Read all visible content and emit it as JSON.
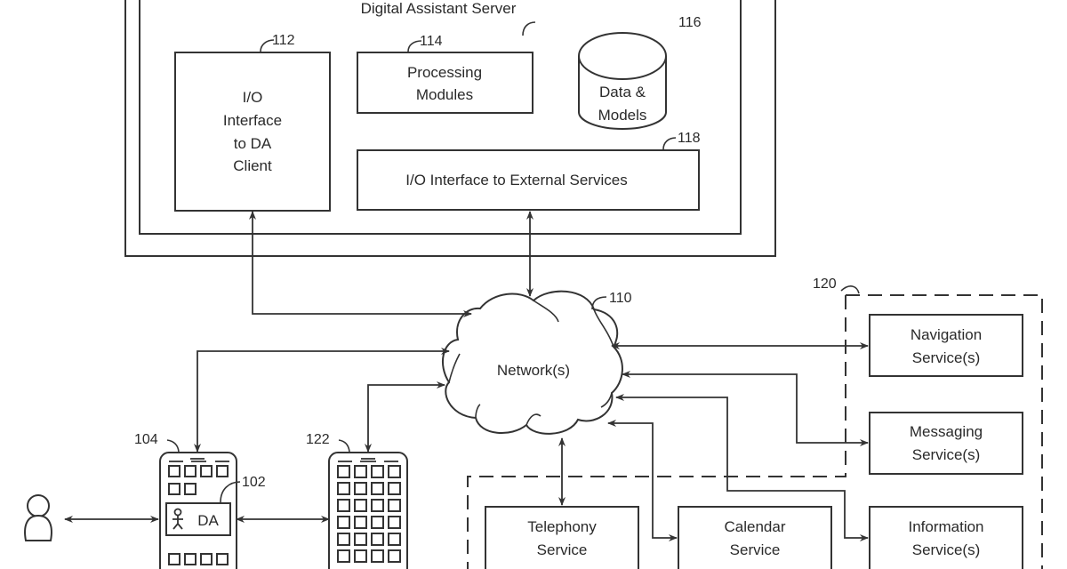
{
  "server": {
    "title": "Digital Assistant Server",
    "io_client": {
      "ref": "112",
      "lines": [
        "I/O",
        "Interface",
        "to DA",
        "Client"
      ]
    },
    "processing": {
      "ref": "114",
      "lines": [
        "Processing",
        "Modules"
      ]
    },
    "data_models": {
      "ref": "116",
      "lines": [
        "Data &",
        "Models"
      ]
    },
    "io_external": {
      "ref": "118",
      "label": "I/O Interface to External Services"
    }
  },
  "network": {
    "ref": "110",
    "label": "Network(s)"
  },
  "external_services": {
    "ref": "120",
    "items": [
      {
        "id": "navigation",
        "lines": [
          "Navigation",
          "Service(s)"
        ]
      },
      {
        "id": "messaging",
        "lines": [
          "Messaging",
          "Service(s)"
        ]
      },
      {
        "id": "telephony",
        "lines": [
          "Telephony",
          "Service"
        ]
      },
      {
        "id": "calendar",
        "lines": [
          "Calendar",
          "Service"
        ]
      },
      {
        "id": "information",
        "lines": [
          "Information",
          "Service(s)"
        ]
      }
    ]
  },
  "devices": {
    "user_device": {
      "ref": "104"
    },
    "da_client": {
      "ref": "102",
      "label": "DA"
    },
    "second_device": {
      "ref": "122"
    }
  }
}
